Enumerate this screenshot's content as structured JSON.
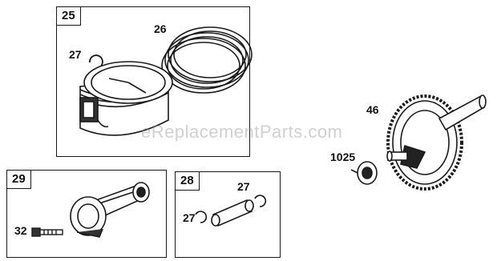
{
  "boxes": {
    "piston": {
      "number": "25"
    },
    "rod": {
      "number": "29"
    },
    "pin": {
      "number": "28"
    }
  },
  "callouts": {
    "rings": "26",
    "lock_piston": "27",
    "gear": "46",
    "washer": "1025",
    "bolt": "32",
    "lock_pin_top": "27",
    "lock_pin_bottom": "27"
  },
  "watermark": "eReplacementParts.com"
}
